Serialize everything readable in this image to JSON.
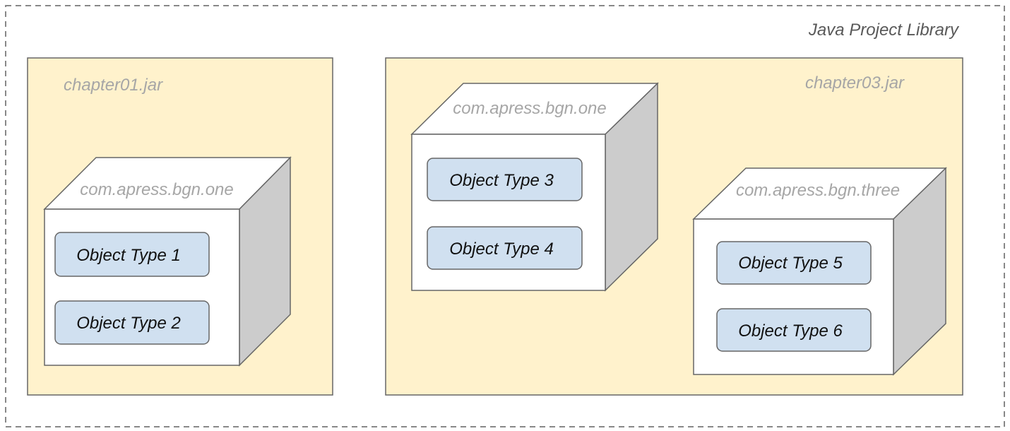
{
  "library": {
    "title": "Java Project Library"
  },
  "jars": [
    {
      "name": "chapter01.jar",
      "packages": [
        {
          "name": "com.apress.bgn.one",
          "objects": [
            "Object Type 1",
            "Object Type 2"
          ]
        }
      ]
    },
    {
      "name": "chapter03.jar",
      "packages": [
        {
          "name": "com.apress.bgn.one",
          "objects": [
            "Object Type 3",
            "Object Type 4"
          ]
        },
        {
          "name": "com.apress.bgn.three",
          "objects": [
            "Object Type 5",
            "Object Type 6"
          ]
        }
      ]
    }
  ],
  "colors": {
    "jar_fill": "#fff2cc",
    "jar_stroke": "#666666",
    "cube_front": "#ffffff",
    "cube_side": "#cccccc",
    "object_fill": "#d0e0f0",
    "object_stroke": "#666666",
    "library_border": "#888888"
  }
}
